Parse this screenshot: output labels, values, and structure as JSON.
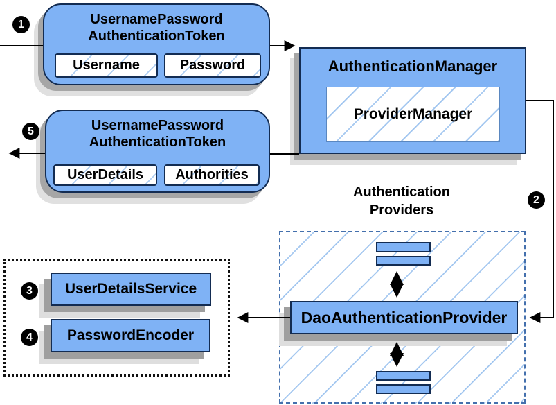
{
  "diagram": {
    "steps": [
      "1",
      "2",
      "3",
      "4",
      "5"
    ],
    "request_token": {
      "title_line1": "UsernamePassword",
      "title_line2": "AuthenticationToken",
      "fields": [
        "Username",
        "Password"
      ]
    },
    "authentication_manager": {
      "title": "AuthenticationManager",
      "inner_label": "ProviderManager"
    },
    "response_token": {
      "title_line1": "UsernamePassword",
      "title_line2": "AuthenticationToken",
      "fields": [
        "UserDetails",
        "Authorities"
      ]
    },
    "authentication_providers": {
      "label_line1": "Authentication",
      "label_line2": "Providers",
      "provider": "DaoAuthenticationProvider"
    },
    "collaborators": [
      "UserDetailsService",
      "PasswordEncoder"
    ],
    "colors": {
      "box_blue": "#7fb2f5",
      "border_navy": "#132c52",
      "hatch_blue": "#a5c8f0",
      "dashed_border_blue": "#4470ad",
      "shadow_gray": "#a6a6a6",
      "line_black": "#000000"
    }
  }
}
